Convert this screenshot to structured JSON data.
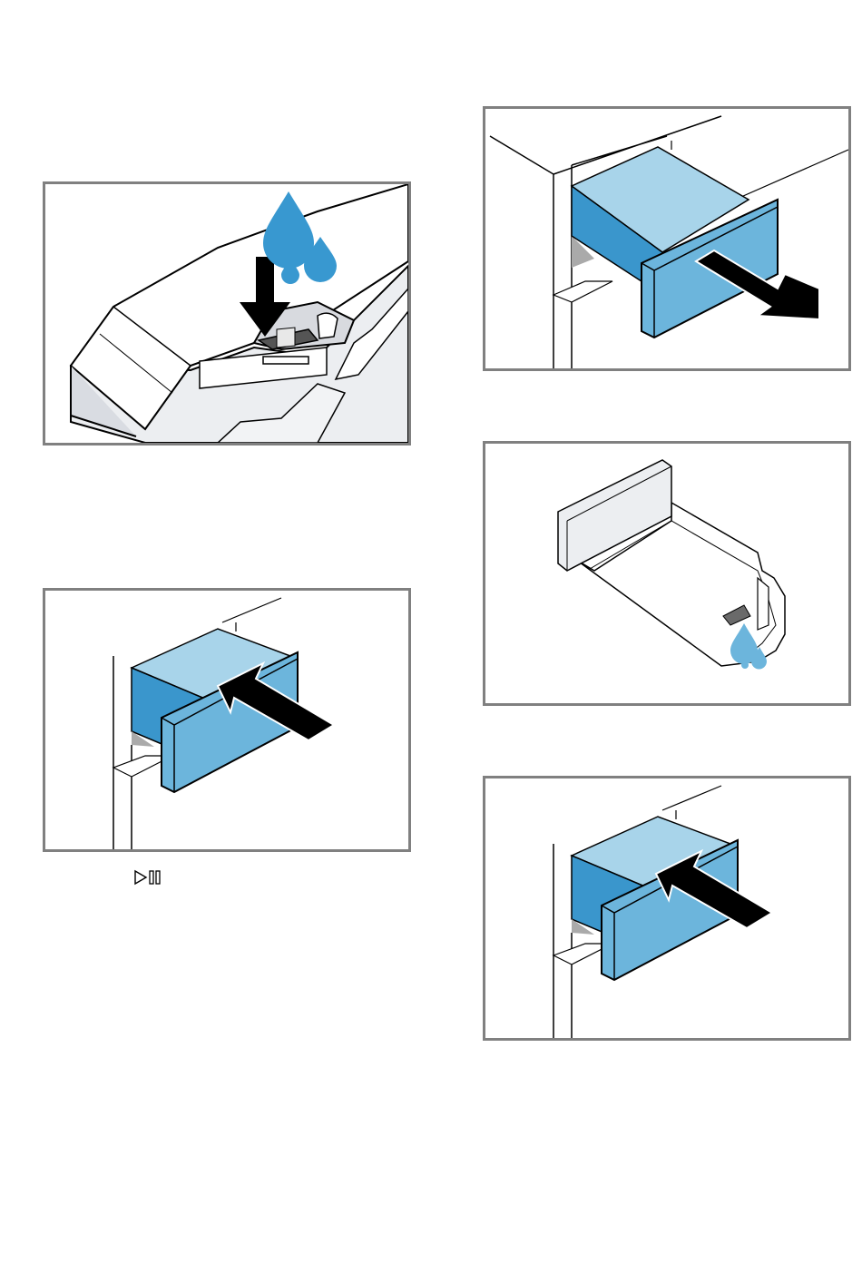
{
  "document": {
    "step_icons": [
      {
        "icon": "start-pause-icon",
        "symbol": "▷II",
        "step": "insert-drawer-then-start"
      }
    ],
    "figures": [
      {
        "id": "fill-dispenser",
        "icon": "water-drop-icon",
        "arrow": "down-arrow"
      },
      {
        "id": "insert-drawer",
        "icon": "drawer-icon",
        "arrow": "push-in-arrow"
      },
      {
        "id": "pull-out-drawer",
        "icon": "drawer-icon",
        "arrow": "pull-out-arrow"
      },
      {
        "id": "drain-insert",
        "icon": "water-drop-icon",
        "arrow": ""
      },
      {
        "id": "push-in-drawer",
        "icon": "drawer-icon",
        "arrow": "push-in-arrow"
      }
    ],
    "colors": {
      "drawer_top": "#a8d4ea",
      "drawer_side": "#3a96cc",
      "drawer_front": "#6cb5dc",
      "water": "#3898d0",
      "frame": "#808080",
      "arrow": "#000000"
    }
  }
}
